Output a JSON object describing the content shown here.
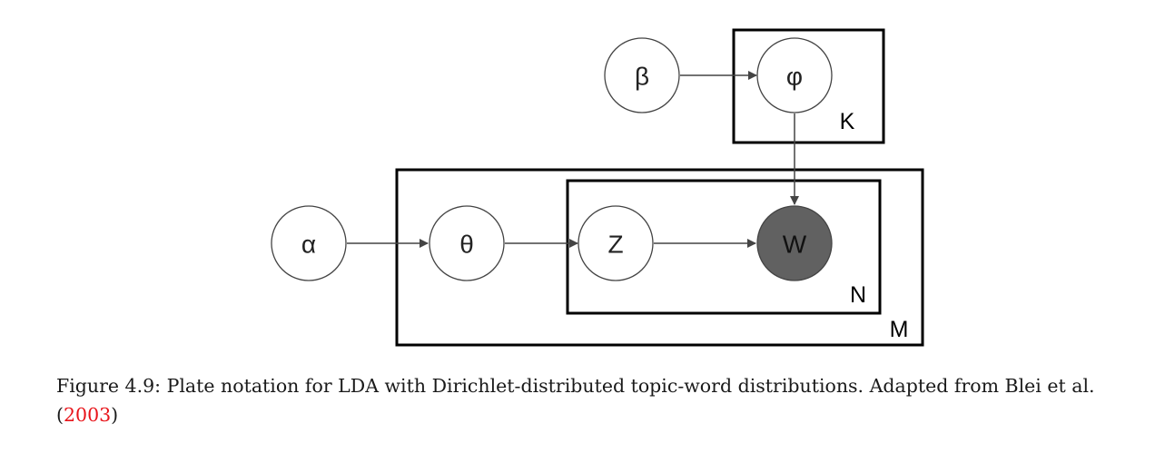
{
  "diagram": {
    "nodes": {
      "alpha": "α",
      "theta": "θ",
      "z": "Z",
      "w": "W",
      "beta": "β",
      "phi": "φ"
    },
    "plates": {
      "documents": "M",
      "words": "N",
      "topics": "K"
    },
    "colors": {
      "observed_fill": "#616161",
      "node_stroke": "#444444",
      "plate_stroke": "#000000",
      "edge": "#444444"
    }
  },
  "caption": {
    "text": "Figure 4.9: Plate notation for LDA with Dirichlet-distributed topic-word distributions. Adapted from Blei et al. (",
    "citation": "2003",
    "closing": ")"
  }
}
